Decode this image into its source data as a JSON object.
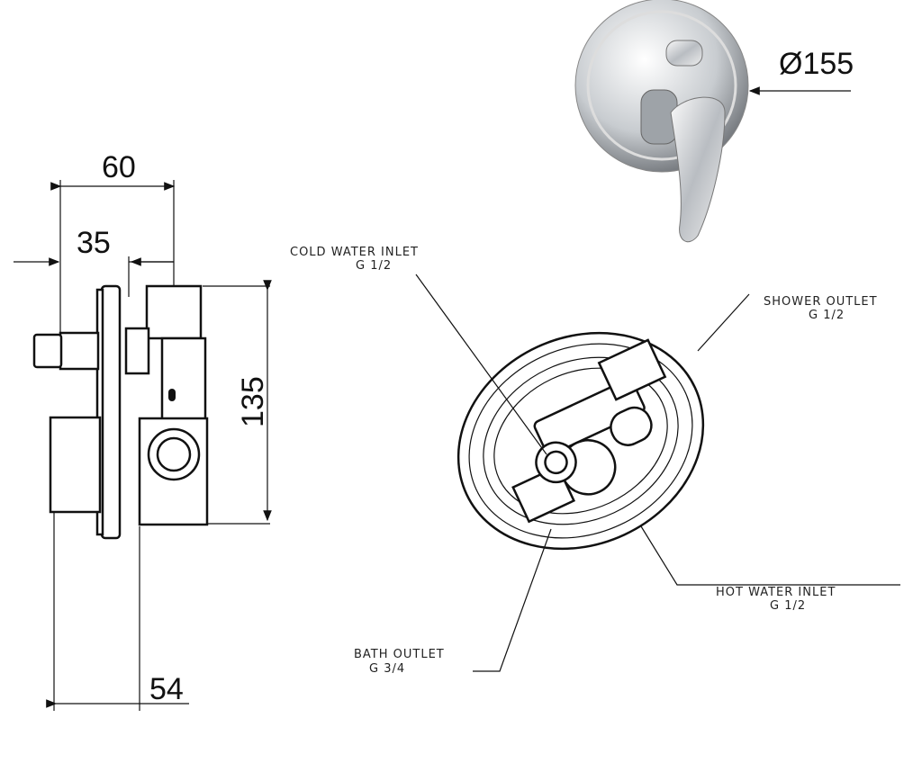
{
  "dimensions": {
    "width_total": "60",
    "width_partial": "35",
    "height": "135",
    "depth": "54",
    "diameter": "Ø155"
  },
  "labels": {
    "cold": {
      "name": "COLD WATER INLET",
      "thread": "G 1/2"
    },
    "shower": {
      "name": "SHOWER OUTLET",
      "thread": "G 1/2"
    },
    "hot": {
      "name": "HOT WATER INLET",
      "thread": "G 1/2"
    },
    "bath": {
      "name": "BATH OUTLET",
      "thread": "G 3/4"
    }
  }
}
